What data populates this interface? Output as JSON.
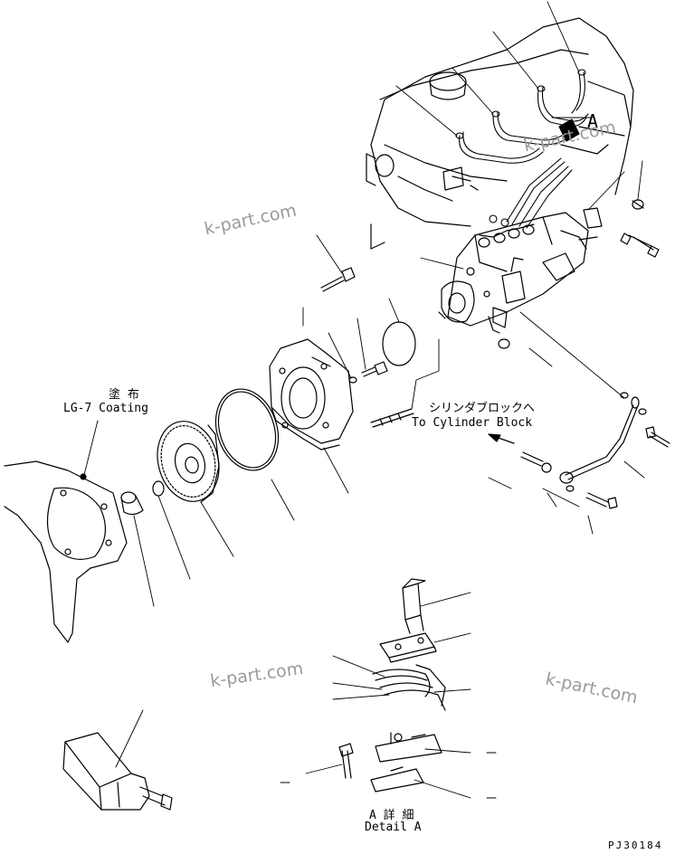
{
  "annotations": {
    "coating_jp": "塗 布",
    "coating_en": "LG-7 Coating",
    "cylinder_jp": "シリンダブロックへ",
    "cylinder_en": "To Cylinder Block",
    "detail_jp": "A 詳 細",
    "detail_en": "Detail A",
    "view_letter": "A",
    "drawing_number": "PJ30184"
  },
  "watermarks": [
    "k-part.com",
    "k-part.com",
    "k-part.com",
    "k-part.com"
  ],
  "colors": {
    "line": "#000000",
    "watermark": "#9a9a9a",
    "background": "#ffffff"
  }
}
